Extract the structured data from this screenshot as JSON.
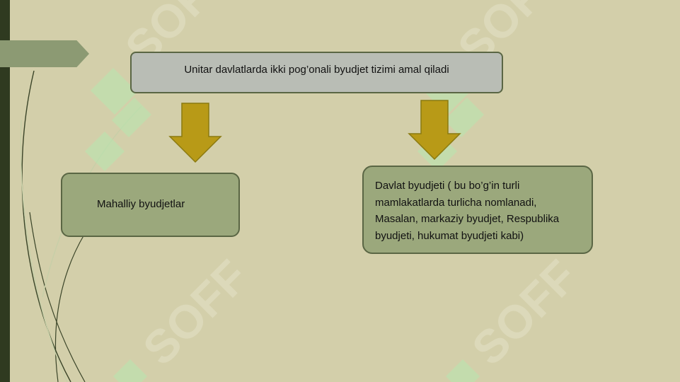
{
  "diagram": {
    "top_node": {
      "text": "Unitar davlatlarda ikki pog’onali byudjet tizimi amal qiladi"
    },
    "left_node": {
      "text": "Mahalliy byudjetlar"
    },
    "right_node": {
      "lines": [
        "Davlat byudjeti ( bu bo’g’in turli",
        "mamlakatlarda turlicha nomlanadi,",
        "Masalan, markaziy byudjet, Respublika",
        "byudjeti, hukumat byudjeti kabi)"
      ]
    }
  },
  "watermark": {
    "text": "SOFF"
  },
  "colors": {
    "background": "#d3cfaa",
    "sidebar": "#2f3a20",
    "node_fill": "#9ba87c",
    "top_node_fill": "#b9bdb5",
    "arrow": "#b89a17",
    "watermark_green": "#b6e8b0"
  }
}
